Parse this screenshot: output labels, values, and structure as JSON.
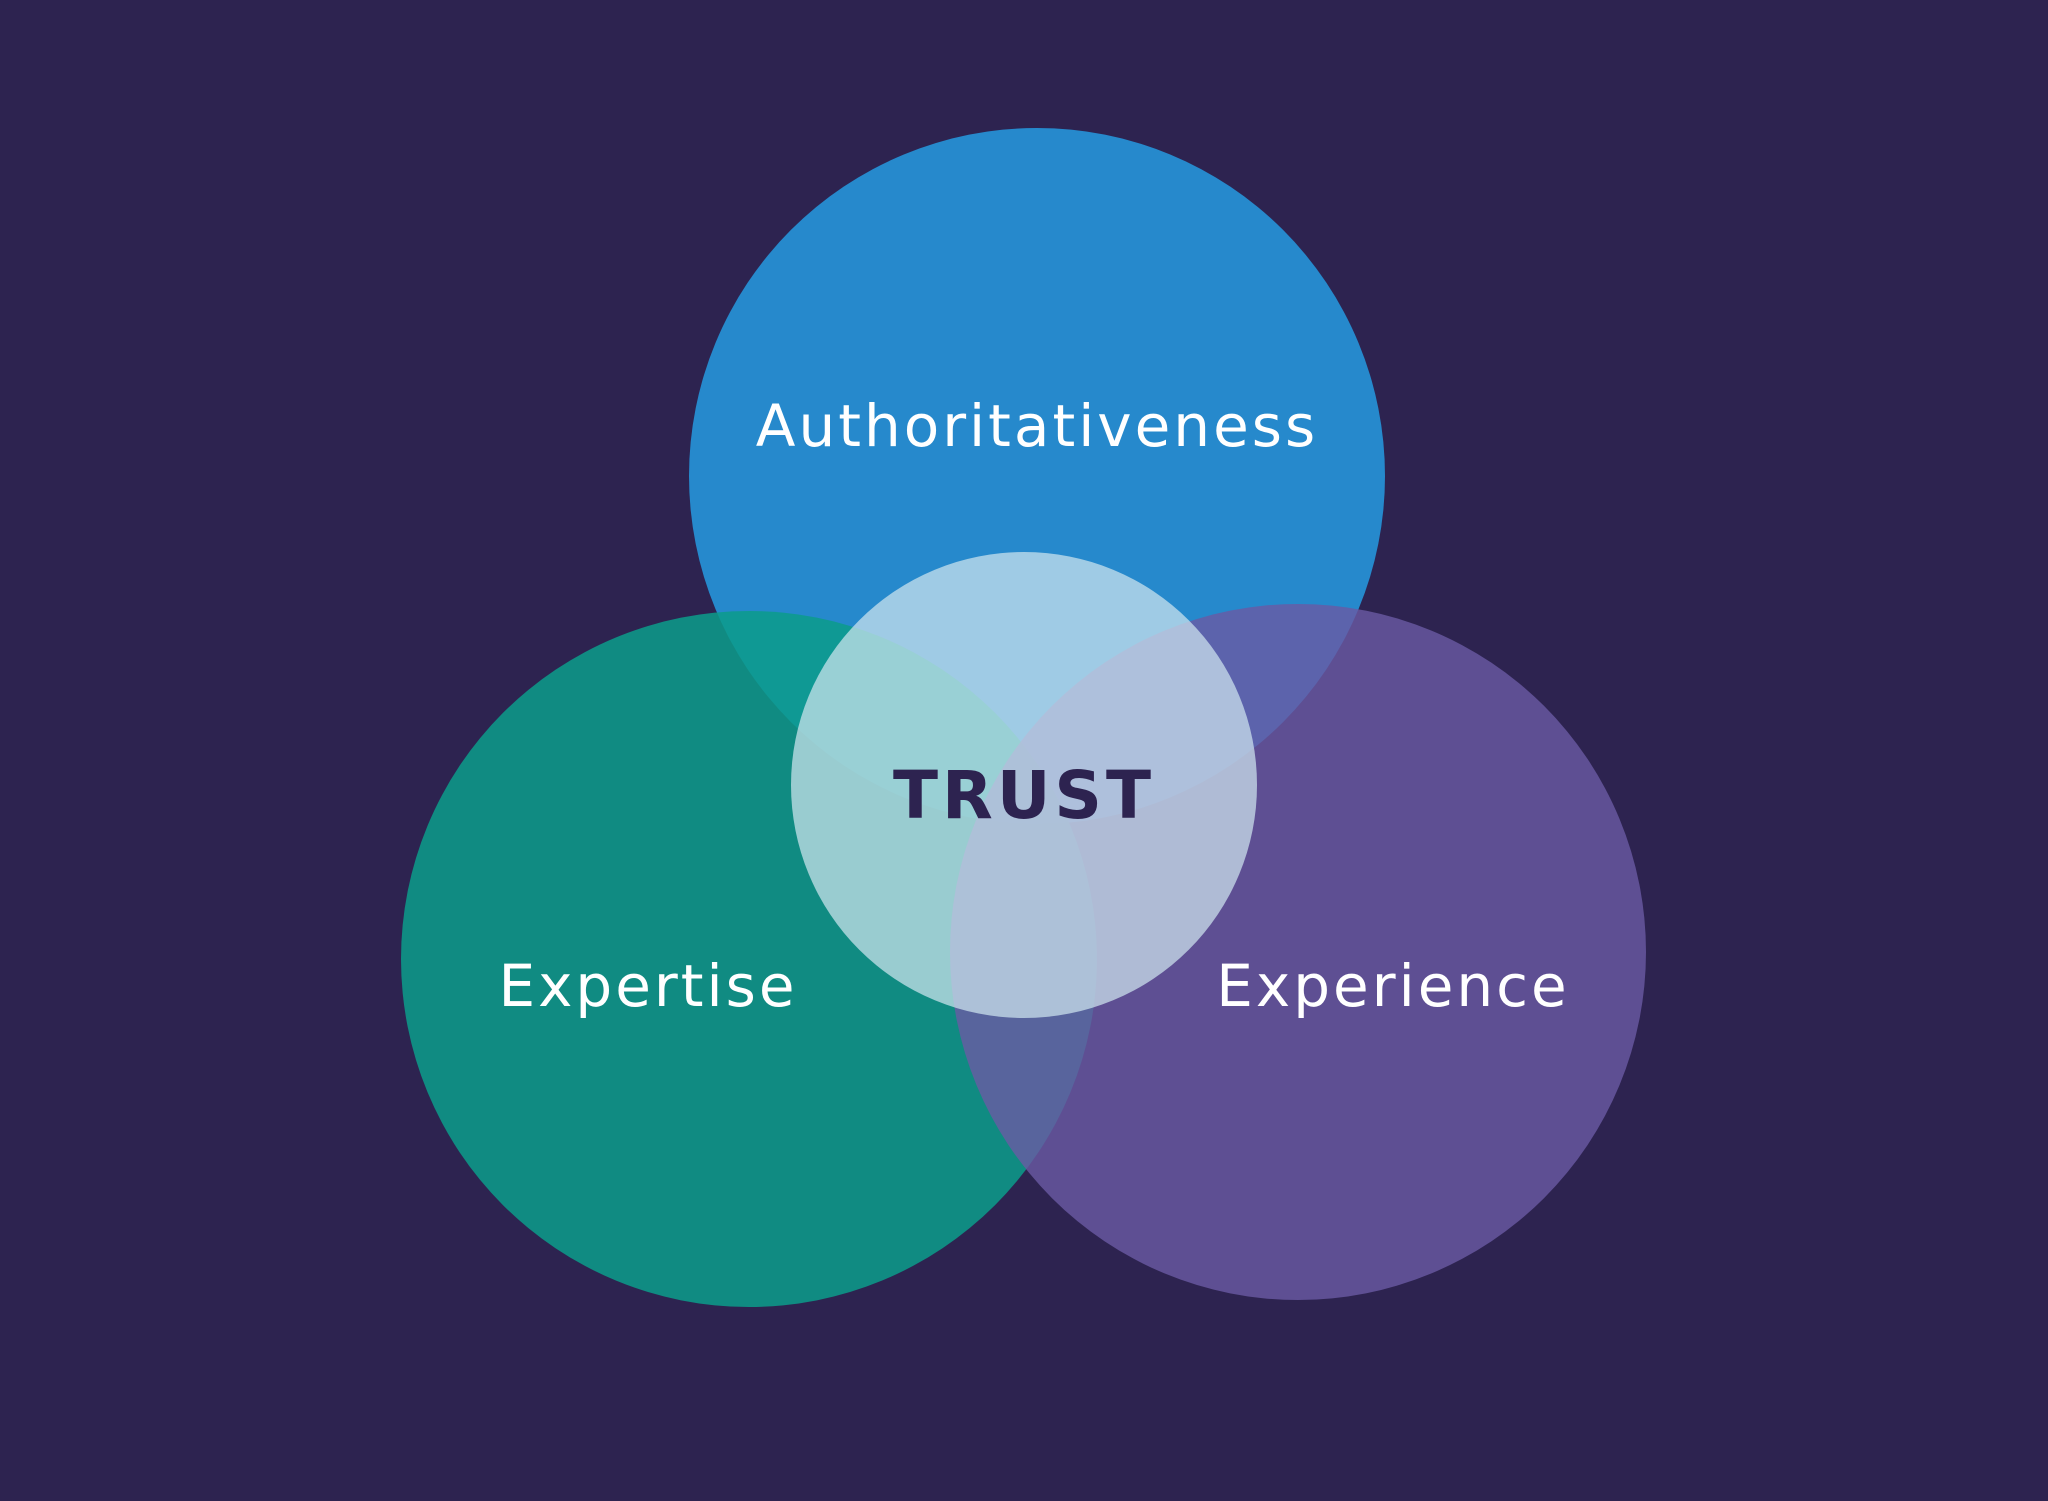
{
  "diagram": {
    "background_color": "#2d2350",
    "circles": {
      "authoritativeness": {
        "label": "Authoritativeness",
        "color": "#2689cc"
      },
      "expertise": {
        "label": "Expertise",
        "color": "#0c9c8a"
      },
      "experience": {
        "label": "Experience",
        "color": "#6a5aa4"
      }
    },
    "center": {
      "label": "TRUST",
      "fill_color": "#cfe4ef",
      "text_color": "#2d2350"
    },
    "label_color": "#ffffff"
  }
}
